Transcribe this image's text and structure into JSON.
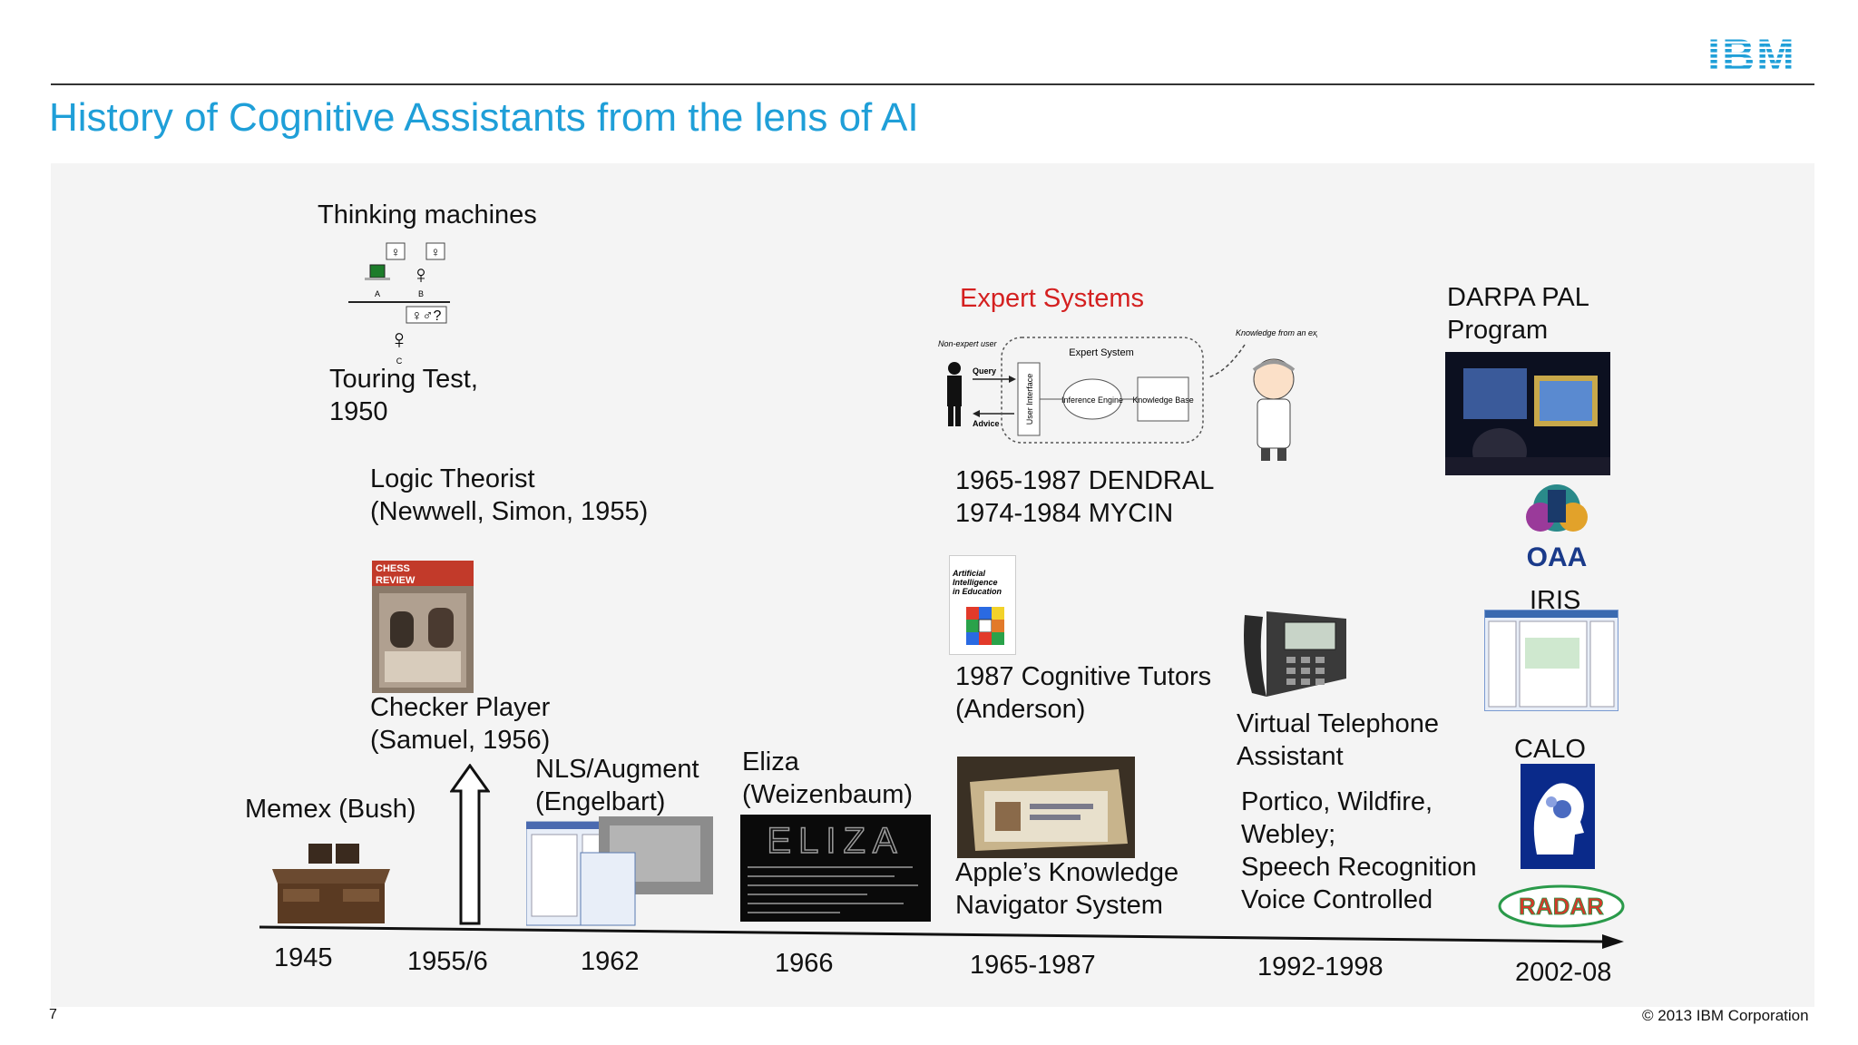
{
  "brand": {
    "logo_text": "IBM",
    "color": "#1f9fd8"
  },
  "title": "History of Cognitive Assistants from the lens of AI",
  "footer": {
    "page_number": "7",
    "copyright": "© 2013 IBM Corporation"
  },
  "timeline": {
    "years": [
      "1945",
      "1955/6",
      "1962",
      "1966",
      "1965-1987",
      "1992-1998",
      "2002-08"
    ]
  },
  "labels": {
    "thinking_machines": "Thinking machines",
    "turing_l1": "Touring Test,",
    "turing_l2": "1950",
    "logic_l1": "Logic Theorist",
    "logic_l2": "(Newwell, Simon, 1955)",
    "checker_l1": "Checker Player",
    "checker_l2": "(Samuel, 1956)",
    "memex": "Memex (Bush)",
    "nls_l1": "NLS/Augment",
    "nls_l2": "(Engelbart)",
    "eliza_l1": "Eliza",
    "eliza_l2": "(Weizenbaum)",
    "expert_systems": "Expert Systems",
    "dendral": "1965-1987 DENDRAL",
    "mycin": "1974-1984 MYCIN",
    "tutors_l1": "1987 Cognitive Tutors",
    "tutors_l2": "(Anderson)",
    "apple_l1": "Apple’s Knowledge",
    "apple_l2": "Navigator System",
    "vta_l1": "Virtual Telephone",
    "vta_l2": "Assistant",
    "portico_l1": "Portico, Wildfire,",
    "portico_l2": "Webley;",
    "portico_l3": "Speech Recognition",
    "portico_l4": "Voice Controlled",
    "darpa_l1": "DARPA PAL",
    "darpa_l2": "Program",
    "iris": "IRIS",
    "calo": "CALO",
    "oaa": "OAA",
    "radar": "RADAR"
  },
  "images": {
    "turing_diagram": {
      "a": "A",
      "b": "B",
      "c": "C",
      "q": "♀♂?"
    },
    "expert_diagram": {
      "nonexpert": "Non-expert user",
      "query": "Query",
      "advice": "Advice",
      "system": "Expert System",
      "ui": "User Interface",
      "inference": "Inference Engine",
      "kb": "Knowledge Base",
      "from_expert": "Knowledge from an expert"
    },
    "chess_cover": {
      "l1": "CHESS",
      "l2": "REVIEW"
    },
    "journal_cover": {
      "l1": "Artificial",
      "l2": "Intelligence",
      "l3": "in Education"
    },
    "eliza_screen": {
      "word": "ELIZA"
    }
  }
}
